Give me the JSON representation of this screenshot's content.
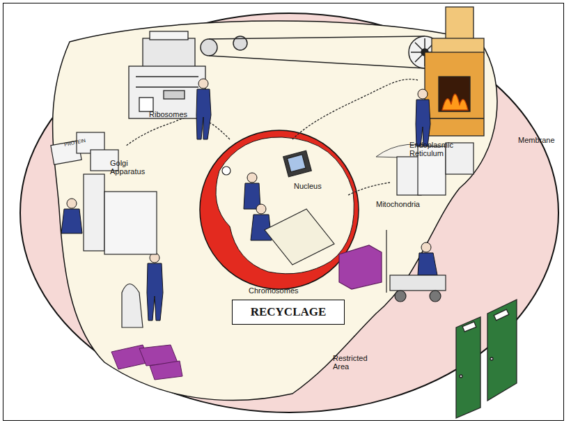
{
  "diagram": {
    "nodes": [
      {
        "text": [
          "Membrane"
        ]
      },
      {
        "text": [
          "Nucleus",
          "Chromosomes"
        ],
        "in": 0
      },
      {
        "text": [
          "RECYCLAGE"
        ],
        "in": 0
      }
    ],
    "labels": [
      "Ribosomes",
      "Mitochondria",
      "Golgi Apparatus",
      "Endoplasmic Reticulum",
      "Restricted Area",
      "PROTEIN"
    ]
  }
}
